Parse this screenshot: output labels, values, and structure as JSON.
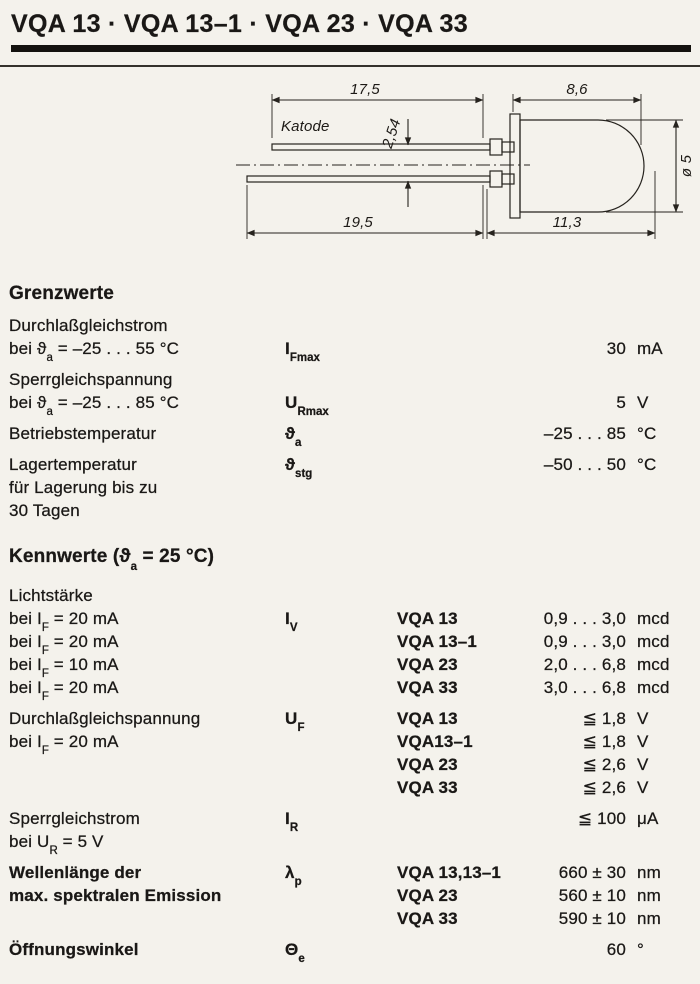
{
  "page": {
    "title": "VQA 13 · VQA 13–1 · VQA 23 · VQA 33",
    "bg": "#f4f2ec",
    "ink": "#1a1816"
  },
  "drawing": {
    "katode": "Katode",
    "dims": {
      "top_left": "17,5",
      "top_right": "8,6",
      "pitch": "2,54",
      "bottom_left": "19,5",
      "bottom_right": "11,3",
      "diameter": "ø 5"
    }
  },
  "grenzwerte": {
    "heading": "Grenzwerte",
    "lines": [
      {
        "param": {
          "pre": "Durchlaßgleichstrom"
        }
      },
      {
        "param": {
          "pre": "bei ϑ",
          "sub": "a",
          "post": " = –25 . . . 55 °C"
        },
        "symbol": {
          "main": "I",
          "sub": "Fmax"
        },
        "value": "30",
        "unit": "mA"
      },
      {
        "param": {
          "pre": "Sperrgleichspannung"
        },
        "gap": true
      },
      {
        "param": {
          "pre": "bei ϑ",
          "sub": "a",
          "post": " = –25 . . . 85 °C"
        },
        "symbol": {
          "main": "U",
          "sub": "Rmax"
        },
        "value": "5",
        "unit": "V"
      },
      {
        "param": {
          "pre": "Betriebstemperatur"
        },
        "symbol": {
          "main": "ϑ",
          "sub": "a"
        },
        "value": "–25 . . . 85",
        "unit": "°C",
        "gap": true
      },
      {
        "param": {
          "pre": "Lagertemperatur"
        },
        "symbol": {
          "main": "ϑ",
          "sub": "stg"
        },
        "value": "–50 . . . 50",
        "unit": "°C",
        "gap": true
      },
      {
        "param": {
          "pre": "für Lagerung bis zu"
        }
      },
      {
        "param": {
          "pre": "30 Tagen"
        }
      }
    ]
  },
  "kennwerte": {
    "heading": {
      "pre": "Kennwerte (ϑ",
      "sub": "a",
      "post": " = 25 °C)"
    },
    "lines": [
      {
        "param": {
          "pre": "Lichtstärke"
        }
      },
      {
        "param": {
          "pre": "bei I",
          "sub": "F",
          "post": " = 20 mA"
        },
        "symbol": {
          "main": "I",
          "sub": "V"
        },
        "type": "VQA 13",
        "value": "0,9 . . . 3,0",
        "unit": "mcd"
      },
      {
        "param": {
          "pre": "bei I",
          "sub": "F",
          "post": " = 20 mA"
        },
        "type": "VQA 13–1",
        "value": "0,9 . . . 3,0",
        "unit": "mcd"
      },
      {
        "param": {
          "pre": "bei I",
          "sub": "F",
          "post": " = 10 mA"
        },
        "type": "VQA 23",
        "value": "2,0 . . . 6,8",
        "unit": "mcd"
      },
      {
        "param": {
          "pre": "bei I",
          "sub": "F",
          "post": " = 20 mA"
        },
        "type": "VQA 33",
        "value": "3,0 . . . 6,8",
        "unit": "mcd"
      },
      {
        "param": {
          "pre": "Durchlaßgleichspannung"
        },
        "symbol": {
          "main": "U",
          "sub": "F"
        },
        "type": "VQA 13",
        "value": "≦ 1,8",
        "unit": "V",
        "gap": true
      },
      {
        "param": {
          "pre": "bei I",
          "sub": "F",
          "post": " = 20 mA"
        },
        "type": "VQA13–1",
        "value": "≦ 1,8",
        "unit": "V"
      },
      {
        "type": "VQA 23",
        "value": "≦ 2,6",
        "unit": "V"
      },
      {
        "type": "VQA 33",
        "value": "≦ 2,6",
        "unit": "V"
      },
      {
        "param": {
          "pre": "Sperrgleichstrom"
        },
        "symbol": {
          "main": "I",
          "sub": "R"
        },
        "value": "≦ 100",
        "unit": "μA",
        "gap": true
      },
      {
        "param": {
          "pre": "bei U",
          "sub": "R",
          "post": " = 5 V"
        }
      },
      {
        "param": {
          "pre": "Wellenlänge der"
        },
        "symbol": {
          "main": "λ",
          "sub": "p"
        },
        "type": "VQA 13,13–1",
        "value": "660 ± 30",
        "unit": "nm",
        "gap": true,
        "bold_param": true
      },
      {
        "param": {
          "pre": "max. spektralen Emission"
        },
        "type": "VQA 23",
        "value": "560 ± 10",
        "unit": "nm",
        "bold_param": true
      },
      {
        "type": "VQA 33",
        "value": "590 ± 10",
        "unit": "nm"
      },
      {
        "param": {
          "pre": "Öffnungswinkel"
        },
        "symbol": {
          "main": "Θ",
          "sub": "e"
        },
        "value": "60",
        "unit": "°",
        "gap": true,
        "bold_param": true
      }
    ]
  }
}
